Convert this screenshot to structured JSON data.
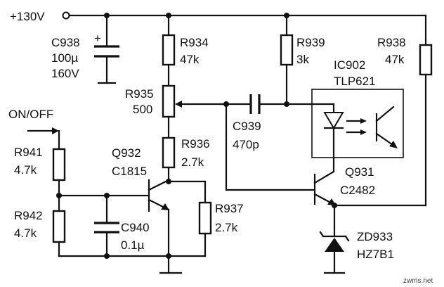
{
  "supply": {
    "label": "+130V"
  },
  "components": {
    "c938": {
      "ref": "C938",
      "value": "100µ",
      "rating": "160V",
      "polarity": "+"
    },
    "r934": {
      "ref": "R934",
      "value": "47k"
    },
    "r939": {
      "ref": "R939",
      "value": "3k"
    },
    "r938": {
      "ref": "R938",
      "value": "47k"
    },
    "ic902": {
      "ref": "IC902",
      "part": "TLP621"
    },
    "r935": {
      "ref": "R935",
      "value": "500"
    },
    "c939": {
      "ref": "C939",
      "value": "470p"
    },
    "r936": {
      "ref": "R936",
      "value": "2.7k"
    },
    "q932": {
      "ref": "Q932",
      "part": "C1815"
    },
    "q931": {
      "ref": "Q931",
      "part": "C2482"
    },
    "r937": {
      "ref": "R937",
      "value": "2.7k"
    },
    "r941": {
      "ref": "R941",
      "value": "4.7k"
    },
    "r942": {
      "ref": "R942",
      "value": "4.7k"
    },
    "c940": {
      "ref": "C940",
      "value": "0.1µ"
    },
    "zd933": {
      "ref": "ZD933",
      "part": "HZ7B1"
    }
  },
  "input": {
    "label": "ON/OFF"
  },
  "watermark": "zwms.net"
}
